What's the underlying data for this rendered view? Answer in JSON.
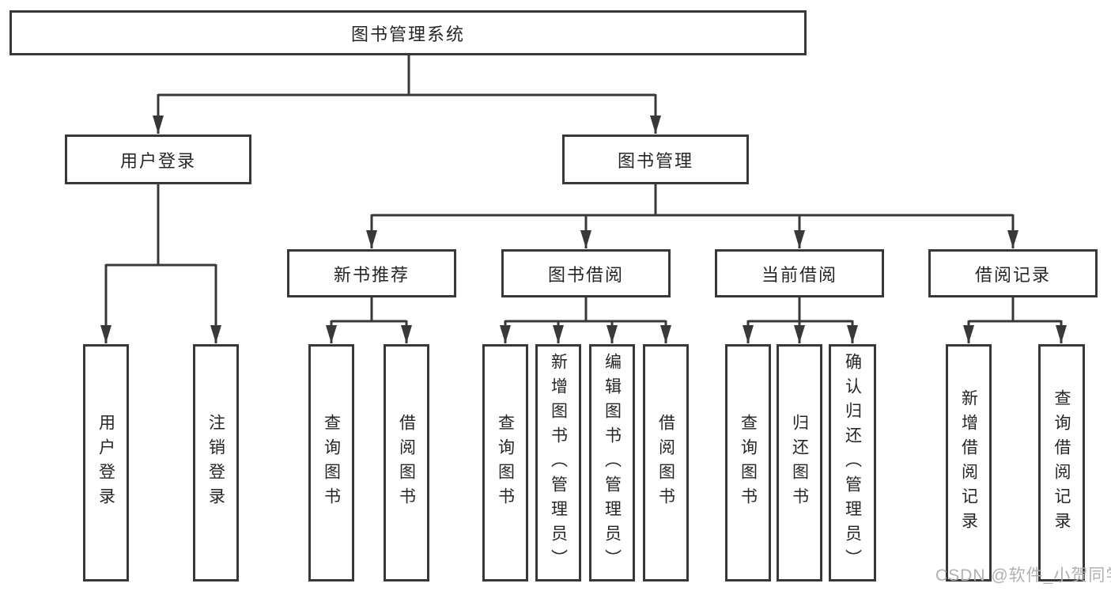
{
  "tree": {
    "label": "图书管理系统",
    "children": [
      {
        "label": "用户登录",
        "children": [
          {
            "label": "用户登录"
          },
          {
            "label": "注销登录"
          }
        ]
      },
      {
        "label": "图书管理",
        "children": [
          {
            "label": "新书推荐",
            "children": [
              {
                "label": "查询图书"
              },
              {
                "label": "借阅图书"
              }
            ]
          },
          {
            "label": "图书借阅",
            "children": [
              {
                "label": "查询图书"
              },
              {
                "label": "新增图书（管理员）"
              },
              {
                "label": "编辑图书（管理员）"
              },
              {
                "label": "借阅图书"
              }
            ]
          },
          {
            "label": "当前借阅",
            "children": [
              {
                "label": "查询图书"
              },
              {
                "label": "归还图书"
              },
              {
                "label": "确认归还（管理员）"
              }
            ]
          },
          {
            "label": "借阅记录",
            "children": [
              {
                "label": "新增借阅记录"
              },
              {
                "label": "查询借阅记录"
              }
            ]
          }
        ]
      }
    ]
  },
  "watermark": {
    "text": "CSDN @软件_小贺同学"
  },
  "colors": {
    "line": "#383838",
    "text": "#262626",
    "watermark": "#b0b0b0",
    "background": "#ffffff"
  }
}
